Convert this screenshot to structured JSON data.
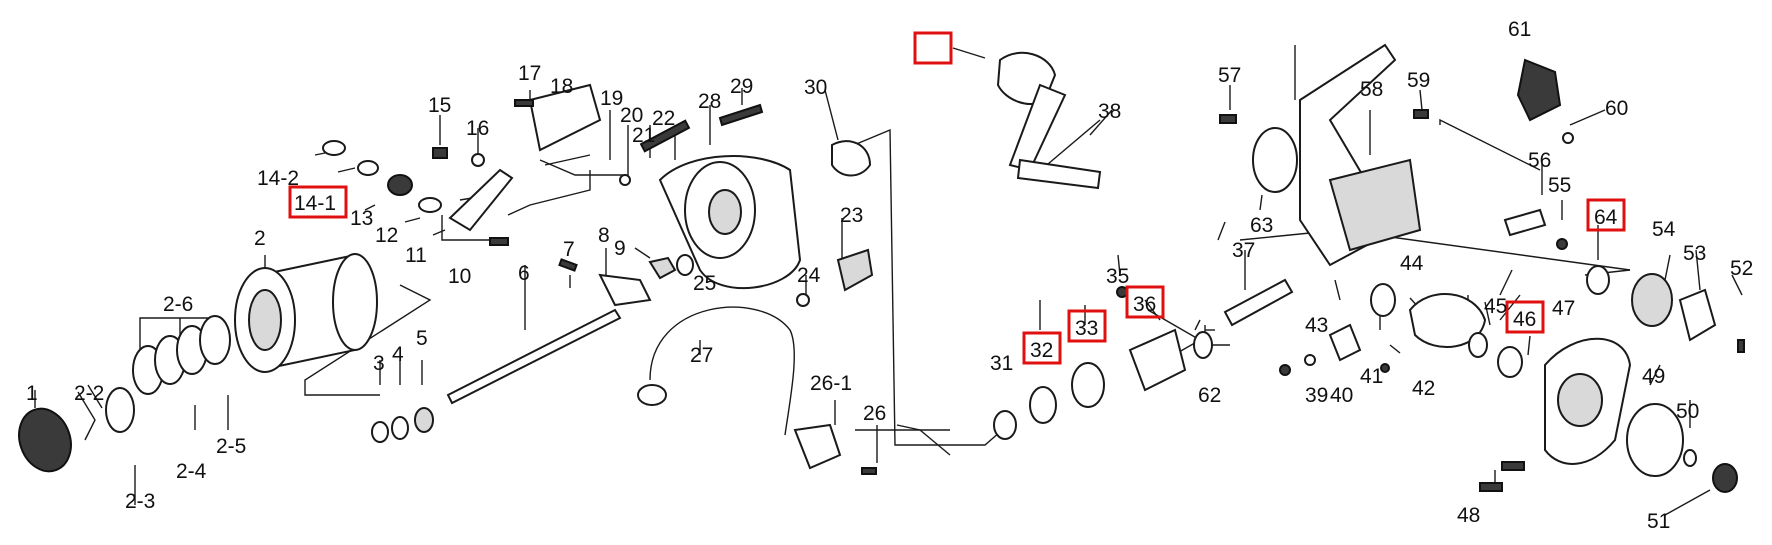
{
  "diagram": {
    "highlight_color": "#e01010",
    "ink_color": "#111111",
    "labels": {
      "l1": "1",
      "l2_2": "2-2",
      "l2_3": "2-3",
      "l2_4": "2-4",
      "l2_5": "2-5",
      "l2_6": "2-6",
      "l2": "2",
      "l3": "3",
      "l4": "4",
      "l5": "5",
      "l6": "6",
      "l7": "7",
      "l8": "8",
      "l9": "9",
      "l10": "10",
      "l11": "11",
      "l12": "12",
      "l13": "13",
      "l14_1": "14-1",
      "l14_2": "14-2",
      "l15": "15",
      "l16": "16",
      "l17": "17",
      "l18": "18",
      "l19": "19",
      "l20": "20",
      "l21": "21",
      "l22": "22",
      "l23": "23",
      "l24": "24",
      "l25": "25",
      "l26": "26",
      "l26_1": "26-1",
      "l27": "27",
      "l28": "28",
      "l29": "29",
      "l30": "30",
      "l31": "31",
      "l32": "32",
      "l33": "33",
      "l35": "35",
      "l36": "36",
      "l37": "37",
      "l38": "38",
      "l39": "39",
      "l40": "40",
      "l41": "41",
      "l42": "42",
      "l43": "43",
      "l44": "44",
      "l45": "45",
      "l46": "46",
      "l47": "47",
      "l48": "48",
      "l49": "49",
      "l50": "50",
      "l51": "51",
      "l52": "52",
      "l53": "53",
      "l54": "54",
      "l55": "55",
      "l56": "56",
      "l57": "57",
      "l58": "58",
      "l59": "59",
      "l60": "60",
      "l61": "61",
      "l62": "62",
      "l63": "63",
      "l64": "64"
    }
  }
}
